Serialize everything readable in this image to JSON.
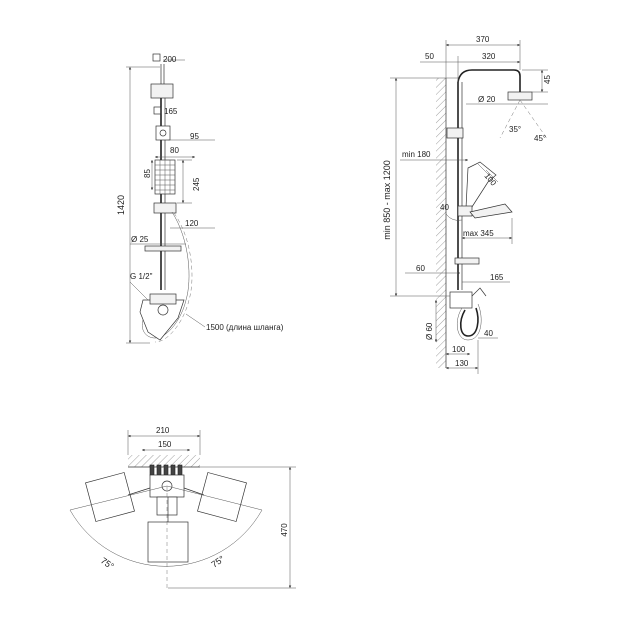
{
  "front_view": {
    "dims": {
      "head_size": "200",
      "mount_size": "165",
      "d95": "95",
      "d80": "80",
      "d85": "85",
      "d245": "245",
      "d120": "120",
      "dia25": "Ø 25",
      "thread": "G 1/2\"",
      "height": "1420",
      "hose": "1500 (длина шланга)"
    }
  },
  "side_view": {
    "dims": {
      "w370": "370",
      "w50": "50",
      "w320": "320",
      "h45": "45",
      "dia20": "Ø 20",
      "ang35": "35°",
      "ang45": "45°",
      "min180": "min 180",
      "d100top": "100",
      "ang40": "40",
      "max345": "max 345",
      "height_range": "min 850 - max 1200",
      "d60": "60",
      "d165": "165",
      "dia60": "Ø 60",
      "d40": "40",
      "d100": "100",
      "d130": "130"
    }
  },
  "top_view": {
    "dims": {
      "w210": "210",
      "w150": "150",
      "h470": "470",
      "ang_left": "75°",
      "ang_right": "75°"
    }
  }
}
